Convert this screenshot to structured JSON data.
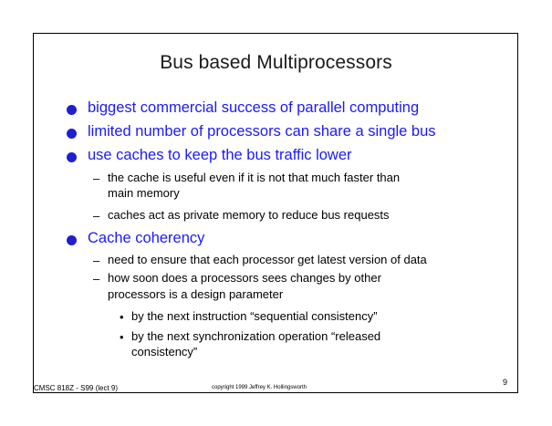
{
  "slide": {
    "title": "Bus based Multiprocessors",
    "bullets": [
      {
        "text": "biggest commercial success of parallel computing"
      },
      {
        "text": "limited number of processors can share a single bus"
      },
      {
        "text": "use caches to keep the bus traffic lower",
        "subs": [
          {
            "text_line1": "the cache is useful even if it is not that much faster than",
            "text_line2": "main memory"
          },
          {
            "text_line1": "caches act as private memory to reduce bus requests"
          }
        ]
      },
      {
        "text": "Cache coherency",
        "subs": [
          {
            "text_line1": "need to ensure that each processor get latest version of data"
          },
          {
            "text_line1": "how soon does a processors sees changes by other",
            "text_line2": "processors is a design parameter",
            "subs": [
              {
                "text_line1": "by the next instruction “sequential consistency”"
              },
              {
                "text_line1": "by the next synchronization operation “released",
                "text_line2": "consistency”"
              }
            ]
          }
        ]
      }
    ],
    "dash_glyph": "–",
    "dot_glyph": "•"
  },
  "footer": {
    "course": "CMSC 818Z - S99 (lect 9)",
    "copyright": "copyright 1999 Jeffrey K. Hollingsworth",
    "page_number": "9"
  },
  "colors": {
    "bullet_text": "#1a1aff",
    "bullet_dot": "#1f1fd0",
    "body_text": "#000000",
    "border": "#000000"
  },
  "icons": {
    "level1_bullet": "filled-circle-icon",
    "level2_marker": "dash",
    "level3_marker": "small-dot"
  }
}
